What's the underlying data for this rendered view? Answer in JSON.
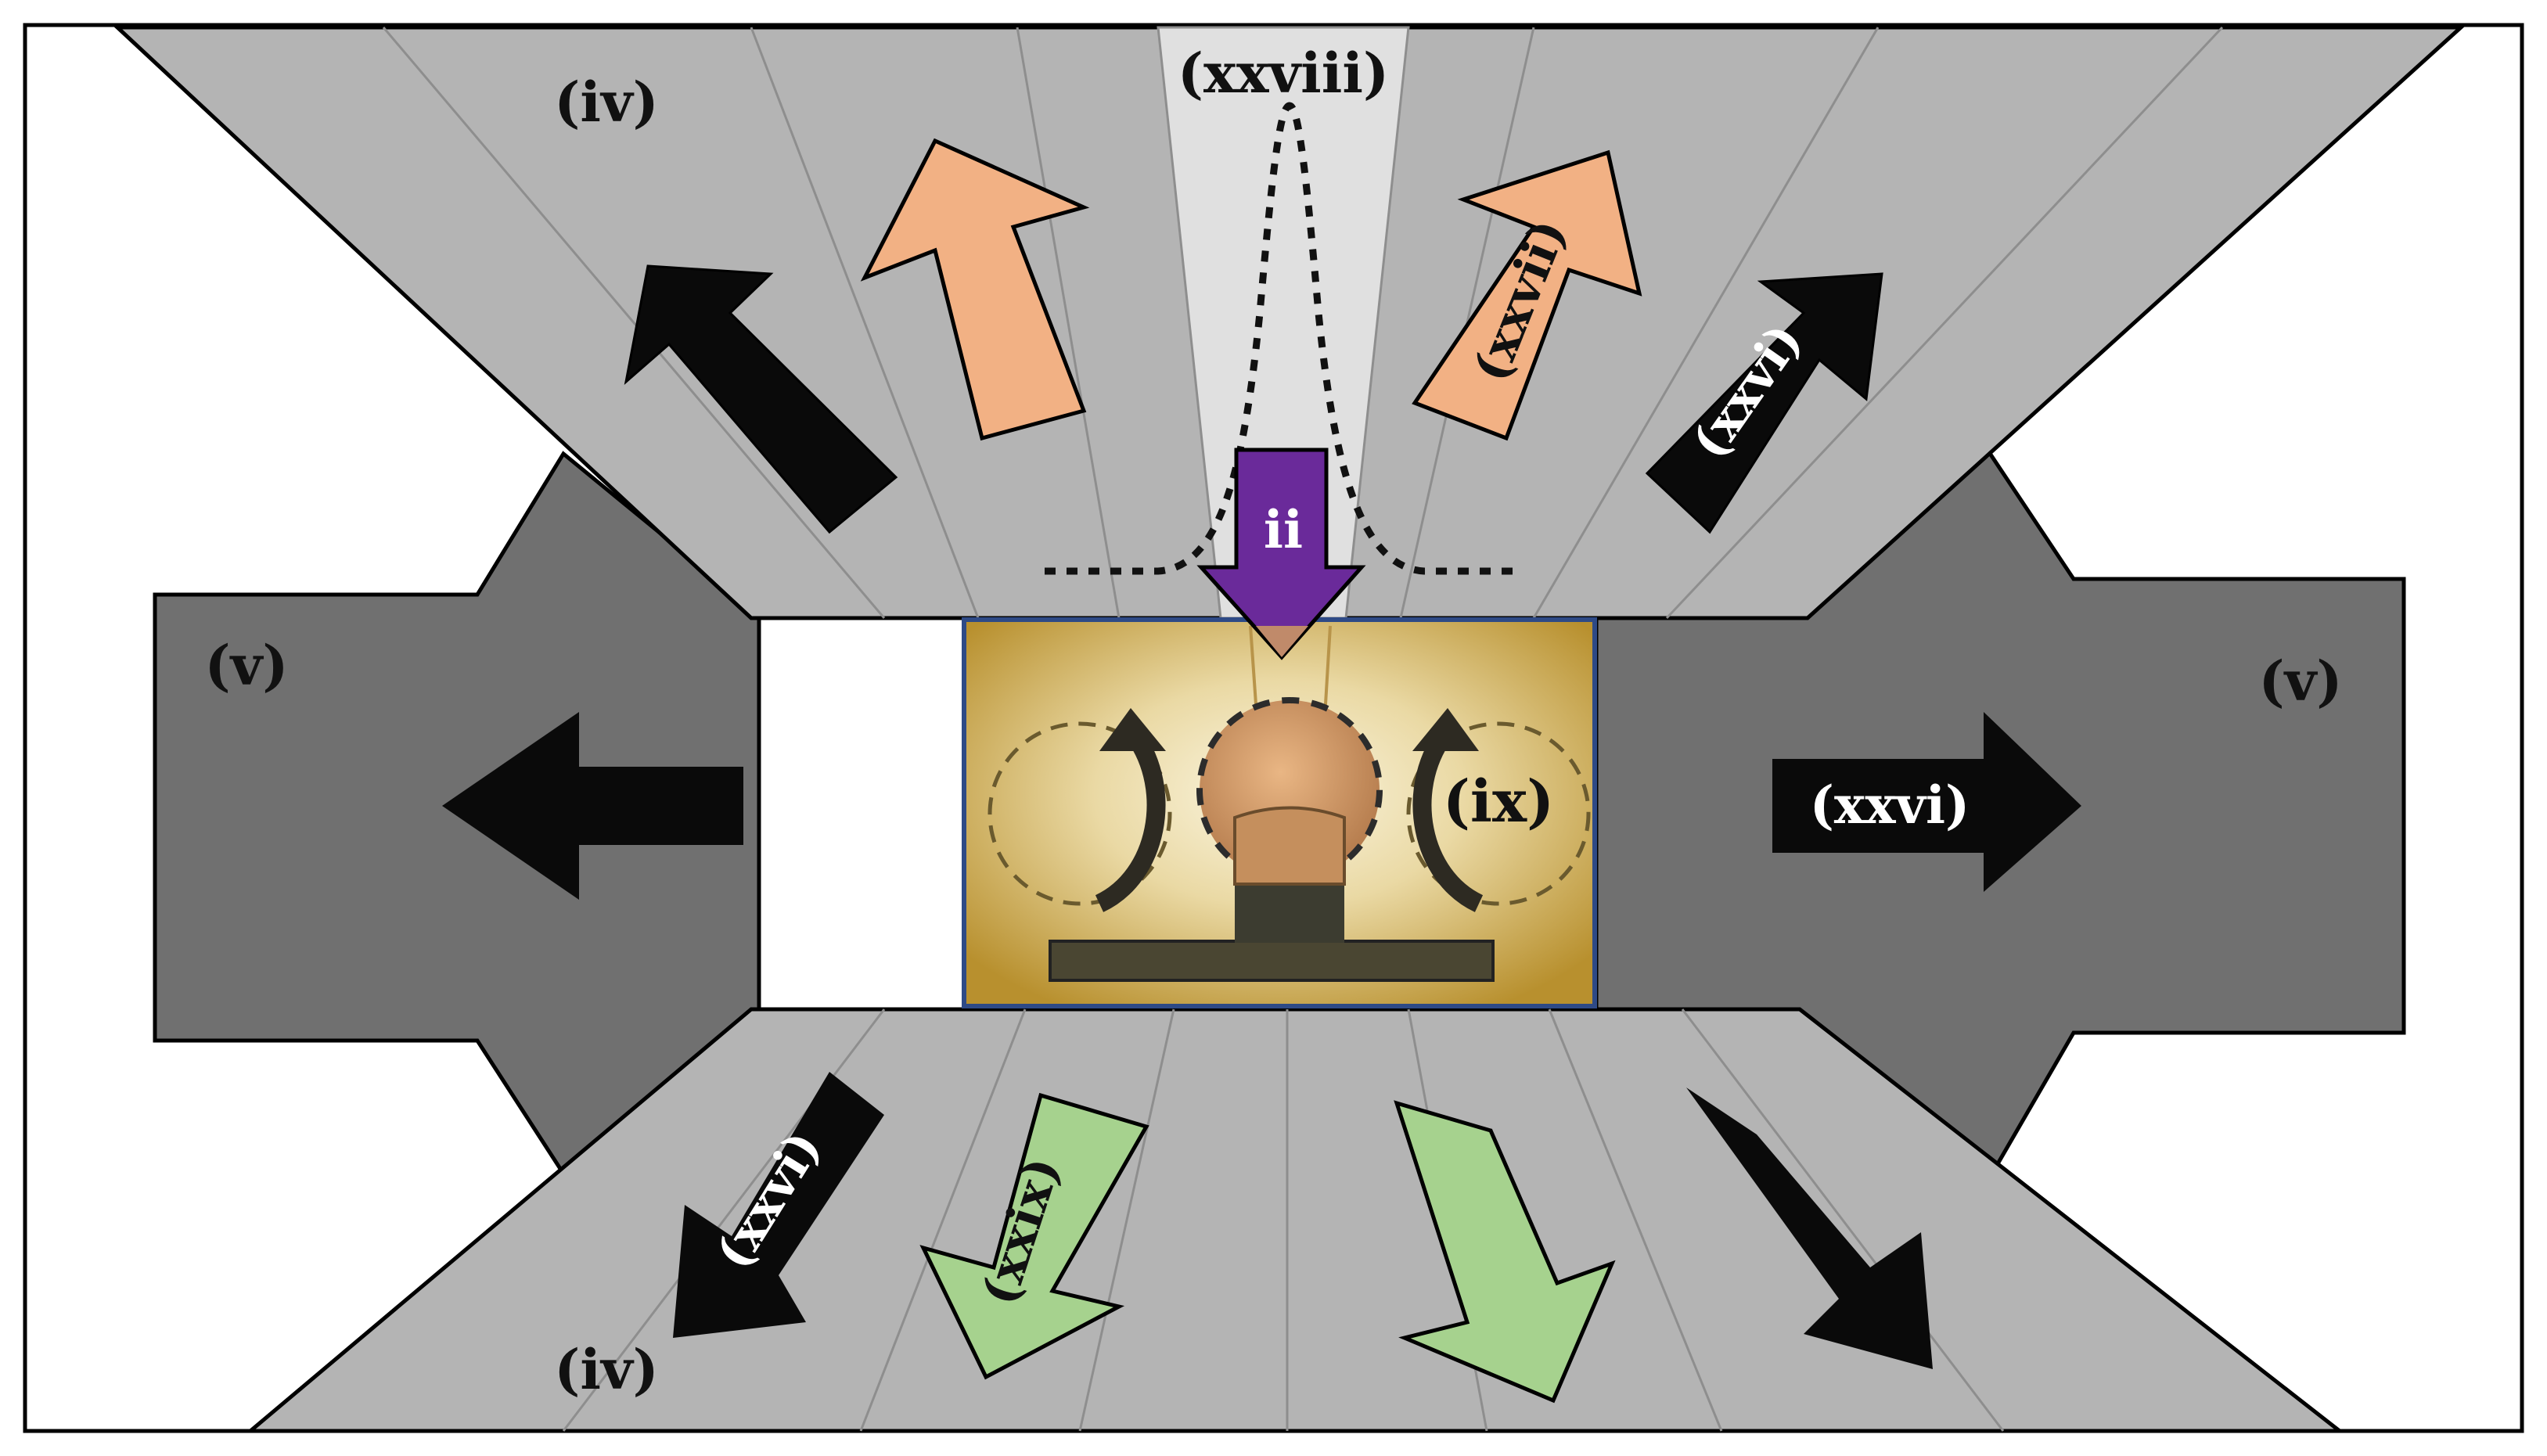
{
  "labels": {
    "top_left_region": "(iv)",
    "bottom_left_region": "(iv)",
    "left_region": "(v)",
    "right_region": "(v)",
    "center_chamber": "(ix)",
    "purple_arrow": "ii",
    "top_center": "(xxviii)",
    "orange_right_arrow": "(xxvii)",
    "black_upper_right_arrow": "(xxvi)",
    "black_right_arrow": "(xxvi)",
    "black_lower_left_arrow": "(xxvi)",
    "green_left_arrow": "(xxix)"
  },
  "colors": {
    "light_channel": "#b4b4b4",
    "dark_channel": "#707070",
    "center_strip": "#e0e0e0",
    "orange_arrow": "#f2b184",
    "green_arrow": "#a6d28e",
    "purple_arrow": "#6a2a9a",
    "chamber_gold": "#c8a446",
    "chamber_border": "#2e4a86",
    "droplet": "#d29a6a",
    "black_arrow": "#0a0a0a"
  },
  "icons": {
    "peak_curve": "dotted-gaussian-curve",
    "rotation": "curved-circulation-arrows"
  }
}
